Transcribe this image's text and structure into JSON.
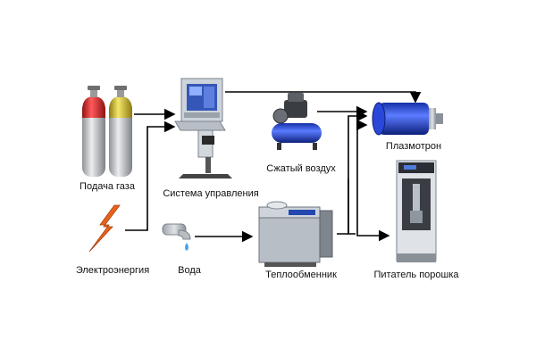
{
  "labels": {
    "gas_supply": "Подача газа",
    "control_system": "Система управления",
    "compressed_air": "Сжатый воздух",
    "plasmatron": "Плазмотрон",
    "electricity": "Электроэнергия",
    "water": "Вода",
    "heat_exchanger": "Теплообменник",
    "powder_feeder": "Питатель порошка"
  },
  "icons": {
    "gas_cylinder_red": "gas-cylinder-red-icon",
    "gas_cylinder_yellow": "gas-cylinder-yellow-icon",
    "control_console": "control-console-icon",
    "air_compressor": "air-compressor-icon",
    "plasma_torch": "plasma-torch-icon",
    "lightning": "lightning-icon",
    "water_tap": "water-tap-icon",
    "heat_exchanger": "heat-exchanger-icon",
    "powder_feeder": "powder-feeder-icon"
  },
  "colors": {
    "arrow": "#000000",
    "cylinder_red": "#d42a2a",
    "cylinder_yellow": "#d8c43a",
    "cylinder_body": "#c9cccf",
    "torch_blue": "#2040d0",
    "compressor_blue": "#1d3fa8",
    "lightning": "#e8641a"
  }
}
